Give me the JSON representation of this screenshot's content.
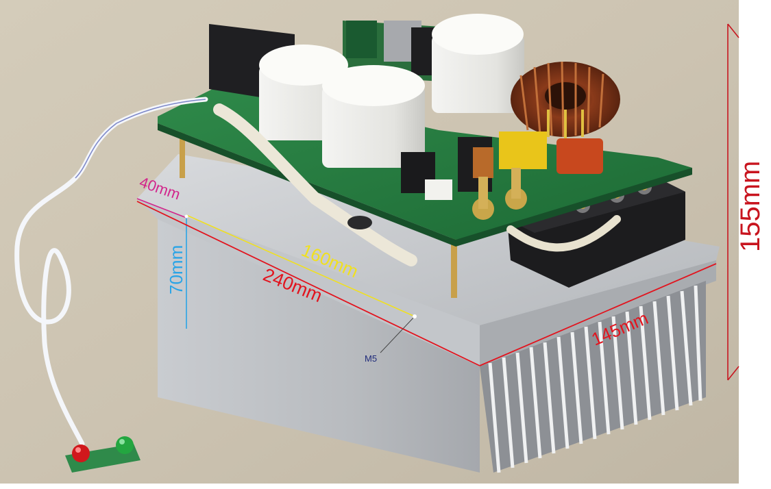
{
  "annotations": {
    "dim_40": "40mm",
    "dim_70": "70mm",
    "dim_160": "160mm",
    "dim_240": "240mm",
    "dim_145": "145mm",
    "dim_155": "155mm",
    "hole_label": "M5"
  },
  "colors": {
    "magenta_dim": "#d2268c",
    "blue_dim": "#2aa4e6",
    "yellow_dim": "#f0e020",
    "red_dim": "#e2141e",
    "navy_label": "#1e2a7a"
  }
}
